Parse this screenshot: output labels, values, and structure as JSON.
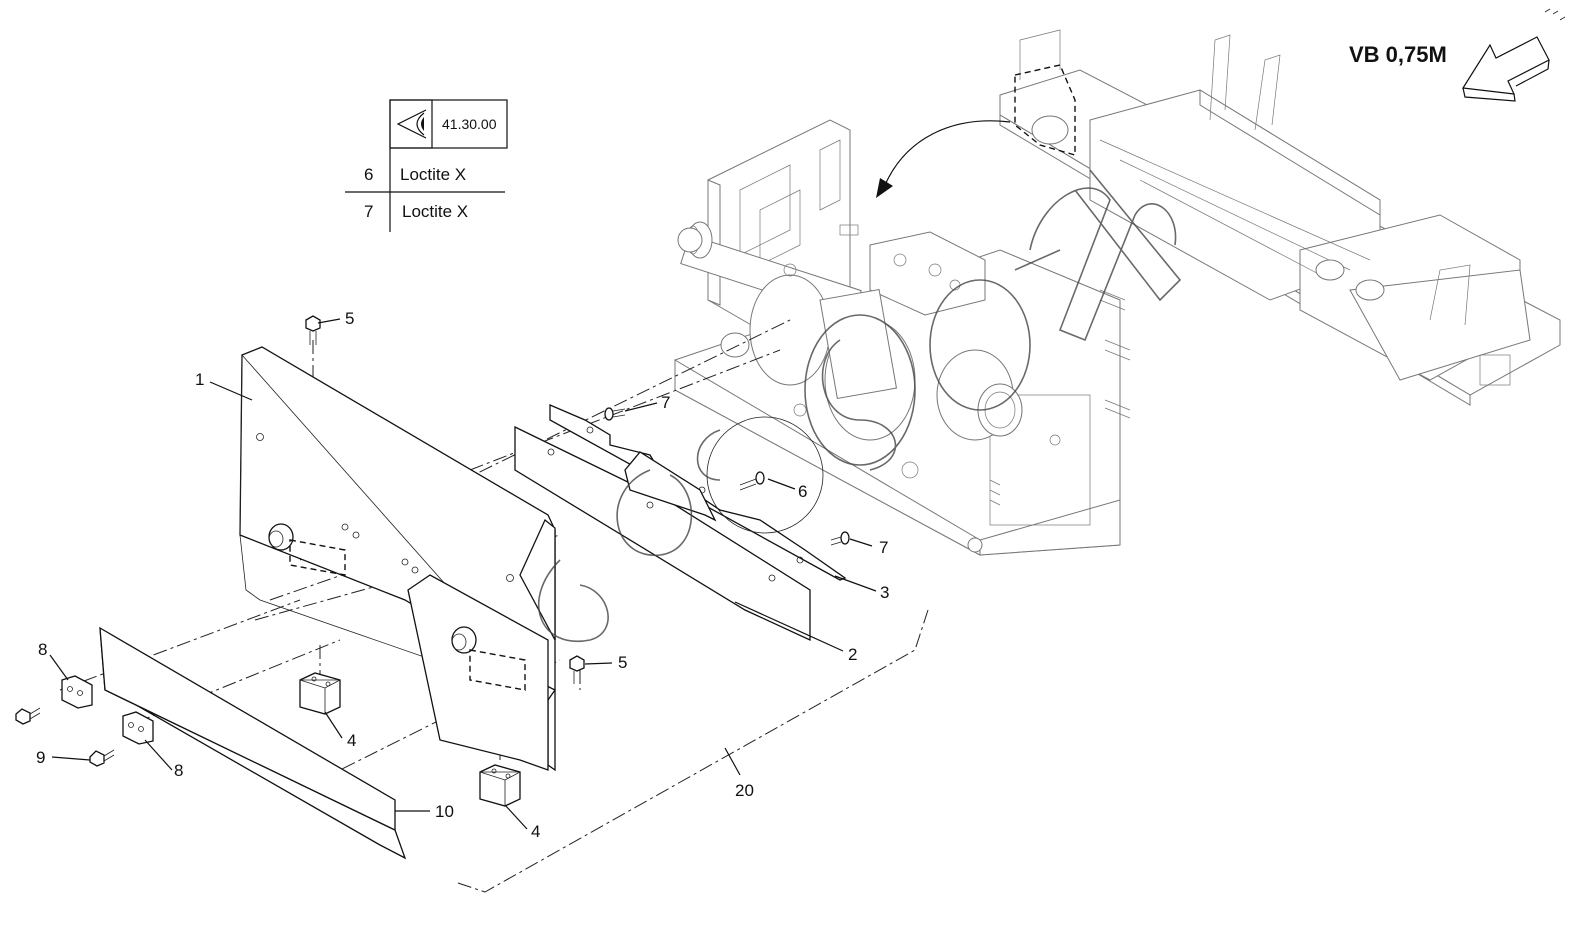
{
  "view_label": "VB 0,75M",
  "reference_table": {
    "view_reference": "41.30.00",
    "rows": [
      {
        "item": "6",
        "text": "Loctite X"
      },
      {
        "item": "7",
        "text": "Loctite X"
      }
    ]
  },
  "callouts": {
    "c1": "1",
    "c2": "2",
    "c3": "3",
    "c4a": "4",
    "c4b": "4",
    "c5a": "5",
    "c5b": "5",
    "c6": "6",
    "c7a": "7",
    "c7b": "7",
    "c8a": "8",
    "c8b": "8",
    "c9": "9",
    "c10": "10",
    "c20": "20"
  },
  "icons": [
    "eye-view-icon",
    "view-direction-arrow-icon",
    "detail-arrow-icon"
  ]
}
